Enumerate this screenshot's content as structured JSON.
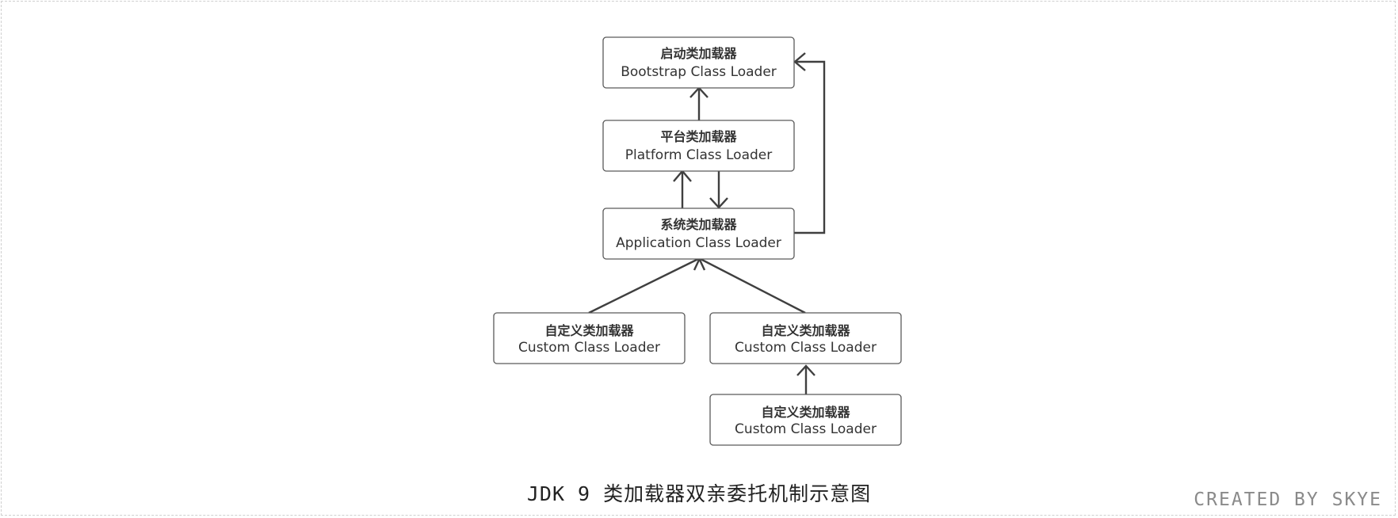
{
  "diagram": {
    "nodes": {
      "bootstrap": {
        "zh": "启动类加载器",
        "en": "Bootstrap Class Loader"
      },
      "platform": {
        "zh": "平台类加载器",
        "en": "Platform Class Loader"
      },
      "application": {
        "zh": "系统类加载器",
        "en": "Application Class Loader"
      },
      "custom_left": {
        "zh": "自定义类加载器",
        "en": "Custom Class Loader"
      },
      "custom_right": {
        "zh": "自定义类加载器",
        "en": "Custom Class Loader"
      },
      "custom_bottom": {
        "zh": "自定义类加载器",
        "en": "Custom Class Loader"
      }
    },
    "edges": [
      {
        "from": "platform",
        "to": "bootstrap"
      },
      {
        "from": "application",
        "to": "platform"
      },
      {
        "from": "platform",
        "to": "application"
      },
      {
        "from": "application",
        "to": "bootstrap"
      },
      {
        "from": "custom_left",
        "to": "application"
      },
      {
        "from": "custom_right",
        "to": "application"
      },
      {
        "from": "custom_bottom",
        "to": "custom_right"
      }
    ],
    "caption": "JDK 9 类加载器双亲委托机制示意图",
    "credit": "CREATED BY SKYE"
  }
}
